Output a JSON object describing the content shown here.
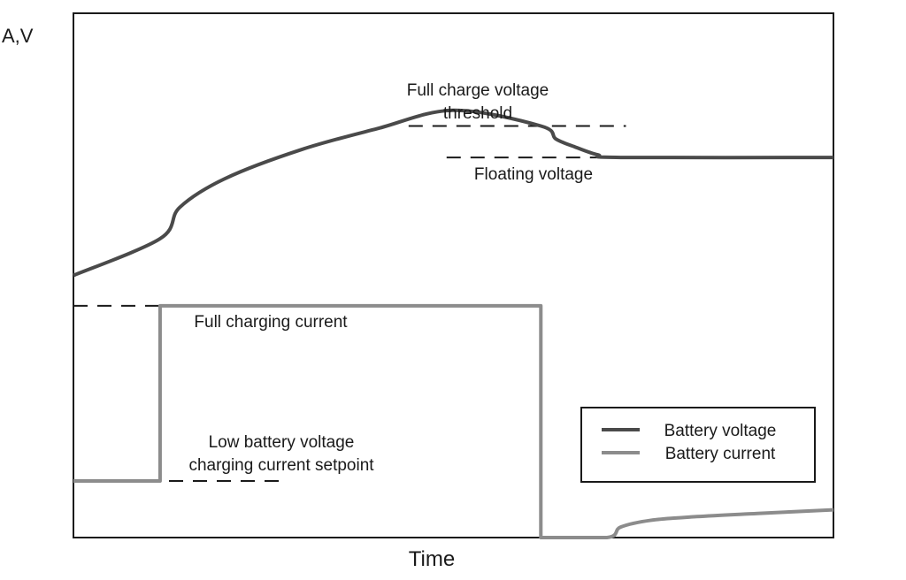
{
  "chart_data": {
    "type": "line",
    "title": "",
    "xlabel": "Time",
    "ylabel": "A,V",
    "xlim": [
      0,
      100
    ],
    "ylim": [
      0,
      100
    ],
    "grid": false,
    "legend_position": "bottom-right",
    "colors": {
      "voltage": "#4a4a4a",
      "current": "#8c8c8c",
      "frame": "#1a1a1a",
      "dashed": "#1a1a1a"
    },
    "series": [
      {
        "name": "Battery voltage",
        "key": "voltage",
        "points": [
          [
            0,
            50
          ],
          [
            11.4,
            57
          ],
          [
            14,
            63
          ],
          [
            20,
            68.5
          ],
          [
            30,
            74
          ],
          [
            40,
            78
          ],
          [
            50,
            81.5
          ],
          [
            61.5,
            78.5
          ],
          [
            63.5,
            76
          ],
          [
            66,
            74.5
          ],
          [
            69,
            73
          ],
          [
            72,
            72.5
          ],
          [
            100,
            72.5
          ]
        ],
        "notes": "linear ramp, kink at ~11.4, concave rise to peak ~78.5 at ~61.5, exponential decay to floating ~72.5"
      },
      {
        "name": "Battery current",
        "key": "current",
        "points": [
          [
            0,
            10.8
          ],
          [
            11.4,
            10.8
          ],
          [
            11.4,
            44.2
          ],
          [
            61.5,
            44.2
          ],
          [
            61.5,
            0
          ],
          [
            70.2,
            0
          ],
          [
            72,
            2
          ],
          [
            76,
            3.3
          ],
          [
            82,
            4
          ],
          [
            90,
            4.6
          ],
          [
            100,
            5.3
          ]
        ]
      }
    ],
    "reference_lines": [
      {
        "label": "Full charge voltage threshold",
        "label_lines": [
          "Full charge voltage",
          "threshold"
        ],
        "y": 78.5,
        "x_range": [
          44.1,
          72.7
        ]
      },
      {
        "label": "Floating voltage",
        "label_lines": [
          "Floating voltage"
        ],
        "y": 72.5,
        "x_range": [
          49.1,
          77.1
        ]
      },
      {
        "label": "Full charging current",
        "label_lines": [
          "Full charging current"
        ],
        "y": 44.2,
        "x_range": [
          0,
          28.2
        ]
      },
      {
        "label": "Low battery voltage charging current setpoint",
        "label_lines": [
          "Low battery voltage",
          "charging current setpoint"
        ],
        "y": 10.8,
        "x_range": [
          0,
          28.2
        ]
      }
    ],
    "legend": [
      {
        "label": "Battery voltage",
        "key": "voltage"
      },
      {
        "label": "Battery current",
        "key": "current"
      }
    ]
  }
}
